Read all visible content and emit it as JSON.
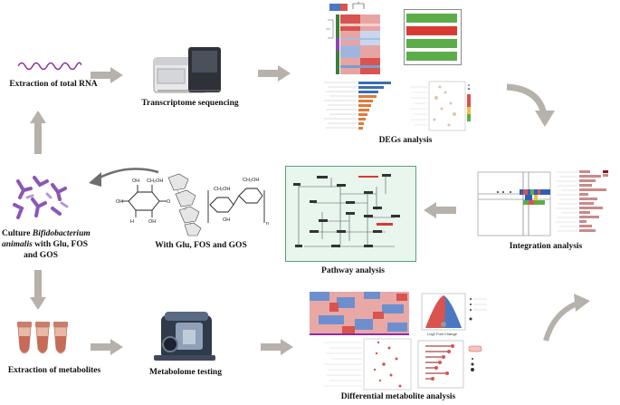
{
  "labels": {
    "rna": "Extraction of total RNA",
    "seq": "Transcriptome sequencing",
    "degs": "DEGs analysis",
    "integration": "Integration analysis",
    "pathway": "Pathway analysis",
    "with_sugars": "With Glu, FOS and GOS",
    "culture_line1": "Culture",
    "culture_species": "Bifidobacterium",
    "culture_line2a": "animalis",
    "culture_line2b": " with Glu, FOS",
    "culture_line3": "and GOS",
    "metab_extract": "Extraction of metabolites",
    "metab_test": "Metabolome testing",
    "diff_metab": "Differential metabolite analysis"
  },
  "molecule_text": {
    "oh": "OH",
    "ch2oh": "CH₂OH",
    "h": "H",
    "o": "O",
    "n": "n"
  },
  "volcano_axis": "Log2 Fold Change",
  "colors": {
    "arrow": "#b7b1ab",
    "wave": "#8b2fa8",
    "heat_red": "#d9534f",
    "heat_blue": "#4a78c2",
    "bar_green": "#5cad4a",
    "bar_red": "#d93a32",
    "pathway_bg": "#e8f6ee",
    "pathway_border": "#5aa077"
  },
  "icons": [
    "rna-wave-icon",
    "sequencer-icon",
    "bacteria-icon",
    "tubes-icon",
    "mass-spectrometer-icon"
  ]
}
